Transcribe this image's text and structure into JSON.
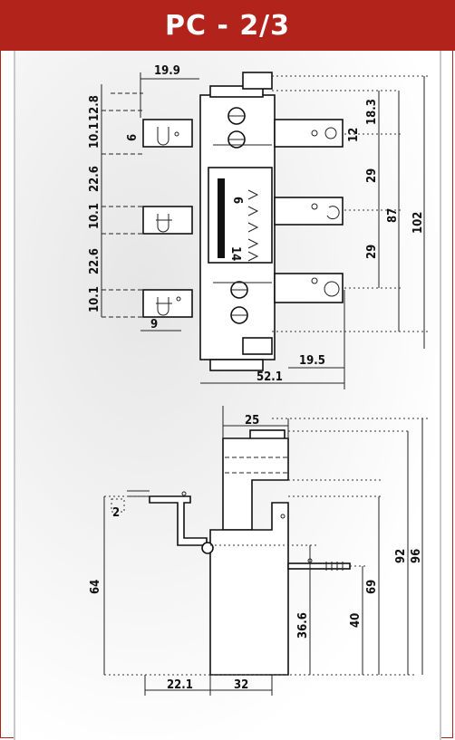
{
  "header": {
    "title": "PC - 2/3"
  },
  "top_view": {
    "dims": {
      "d19_9": "19.9",
      "d12_8": "12.8",
      "d10_1a": "10.1",
      "d6": "6",
      "d22_6a": "22.6",
      "d10_1b": "10.1",
      "d22_6b": "22.6",
      "d10_1c": "10.1",
      "d9": "9",
      "d18_3": "18.3",
      "d12": "12",
      "d29a": "29",
      "d29b": "29",
      "d87": "87",
      "d102": "102",
      "d19_5": "19.5",
      "d52_1": "52.1"
    },
    "labels": {
      "n6": "6",
      "n14": "14"
    }
  },
  "side_view": {
    "dims": {
      "d25": "25",
      "d2": "2",
      "d64": "64",
      "d36_6": "36.6",
      "d40": "40",
      "d69": "69",
      "d92": "92",
      "d96": "96",
      "d22_1": "22.1",
      "d32": "32"
    }
  }
}
